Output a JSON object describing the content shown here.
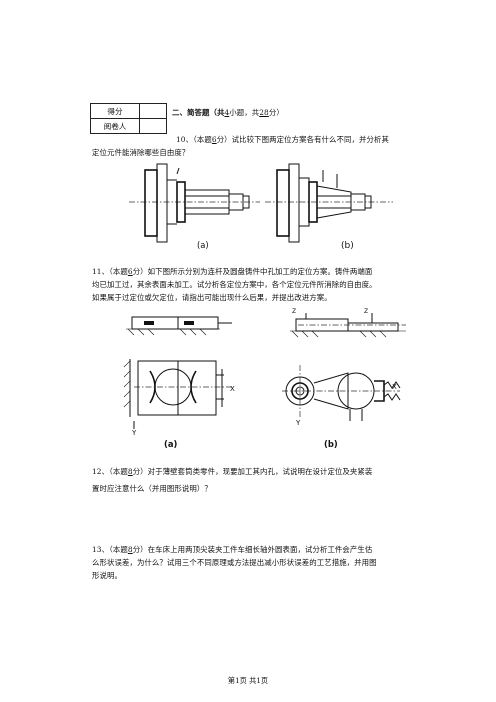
{
  "score_table": {
    "score_label": "得分",
    "grader_label": "阅卷人"
  },
  "section": {
    "title_prefix": "二、简答题（共",
    "count": "4",
    "mid": "小题，共",
    "points": "28",
    "suffix": "分）"
  },
  "q10": {
    "prefix": "10、（本题",
    "points": "6",
    "line1": "分）试比较下图两定位方案各有什么不同，并分析其",
    "line2": "定位元件能消除哪些自由度？",
    "fig_a": "(a)",
    "fig_b": "(b)"
  },
  "q11": {
    "prefix": "11、（本题",
    "points": "6",
    "line1": "分）如下图所示分别为连杆及圆盘铸件中孔加工的定位方案。铸件两端面",
    "line2": "均已加工过，其余表面未加工。试分析各定位方案中，各个定位元件所消除的自由度。",
    "line3": "如果属于过定位或欠定位，请指出可能出现什么后果，并提出改进方案。",
    "fig_a": "(a)",
    "fig_b": "(b)",
    "axis_x": "X",
    "axis_y": "Y",
    "axis_z": "Z"
  },
  "q12": {
    "prefix": "12、（本题",
    "points": "8",
    "line1": "分）对于薄壁套筒类零件，现要加工其内孔，试说明在设计定位及夹紧装",
    "line2": "置时应注意什么（并用图形说明）？"
  },
  "q13": {
    "prefix": "13、（本题",
    "points": "8",
    "line1": "分）在车床上用两顶尖装夹工件车细长轴外圆表面，试分析工件会产生估",
    "line2": "么形状误差，为什么？试用三个不同原理或方法提出减小形状误差的工艺措施，并用图",
    "line3": "形说明。"
  },
  "footer": {
    "page": "第1页 共1页"
  }
}
